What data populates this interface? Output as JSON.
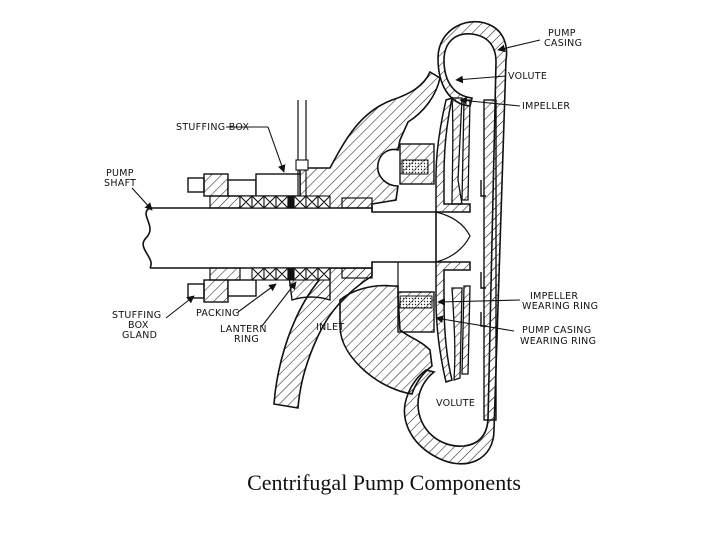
{
  "labels": {
    "pump_casing": [
      "PUMP",
      "CASING"
    ],
    "volute_top": "VOLUTE",
    "impeller": "IMPELLER",
    "stuffing_box": "STUFFING  BOX",
    "pump_shaft": [
      "PUMP",
      "SHAFT"
    ],
    "stuffing_box_gland": [
      "STUFFING",
      "BOX",
      "GLAND"
    ],
    "packing": "PACKING",
    "lantern_ring": [
      "LANTERN",
      "RING"
    ],
    "inlet": "INLET",
    "impeller_wearing_ring": [
      "IMPELLER",
      "WEARING  RING"
    ],
    "pump_casing_wearing_ring": [
      "PUMP  CASING",
      "WEARING  RING"
    ],
    "volute_bottom": "VOLUTE"
  },
  "caption": "Centrifugal Pump Components",
  "colors": {
    "line": "#111111",
    "background": "#ffffff"
  }
}
